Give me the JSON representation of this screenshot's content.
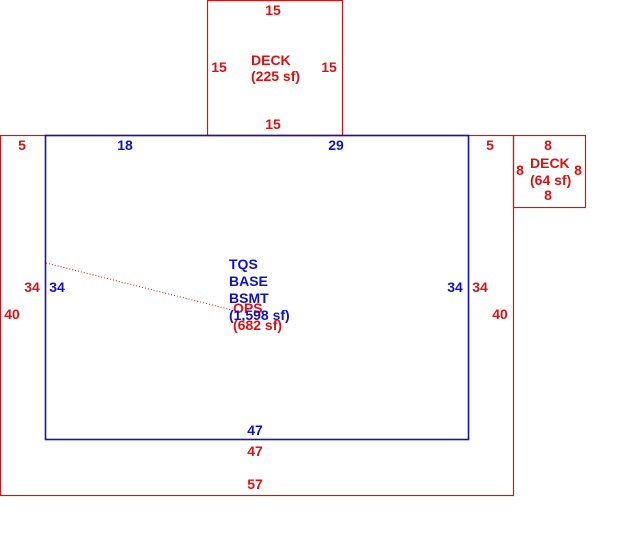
{
  "colors": {
    "outer": "#dd1111",
    "inner": "#1111cc"
  },
  "deck_top": {
    "name": "DECK",
    "area": "(225 sf)",
    "dim_top": "15",
    "dim_left": "15",
    "dim_right": "15",
    "dim_bottom": "15"
  },
  "deck_right": {
    "name": "DECK",
    "area": "(64 sf)",
    "dim_top": "8",
    "dim_left": "8",
    "dim_right": "8",
    "dim_bottom": "8"
  },
  "outer": {
    "dim_top_left": "5",
    "dim_top_right": "5",
    "dim_left_34": "34",
    "dim_left_40": "40",
    "dim_right_34": "34",
    "dim_right_40": "40",
    "dim_bottom_47": "47",
    "dim_bottom_57": "57",
    "name": "OPS",
    "area": "(682 sf)"
  },
  "inner": {
    "dim_top_18": "18",
    "dim_top_29": "29",
    "dim_left": "34",
    "dim_right": "34",
    "dim_bottom": "47",
    "line1": "TQS",
    "line2": "BASE",
    "line3": "BSMT",
    "area": "(1,598 sf)"
  }
}
